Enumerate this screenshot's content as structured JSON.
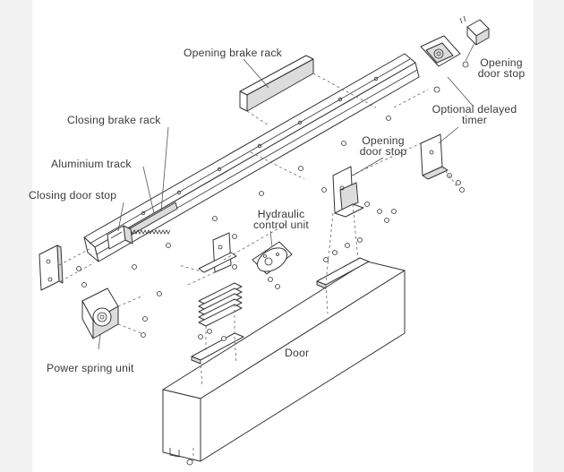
{
  "diagram": {
    "labels": {
      "opening_brake_rack": "Opening brake rack",
      "opening_door_stop_top": [
        "Opening",
        "door stop"
      ],
      "optional_delayed_timer": [
        "Optional delayed",
        "timer"
      ],
      "closing_brake_rack": "Closing brake rack",
      "opening_door_stop_mid": [
        "Opening",
        "door stop"
      ],
      "aluminium_track": "Aluminium track",
      "closing_door_stop": "Closing door stop",
      "hydraulic_control_unit": [
        "Hydraulic",
        "control unit"
      ],
      "door": "Door",
      "power_spring_unit": "Power spring unit"
    }
  }
}
